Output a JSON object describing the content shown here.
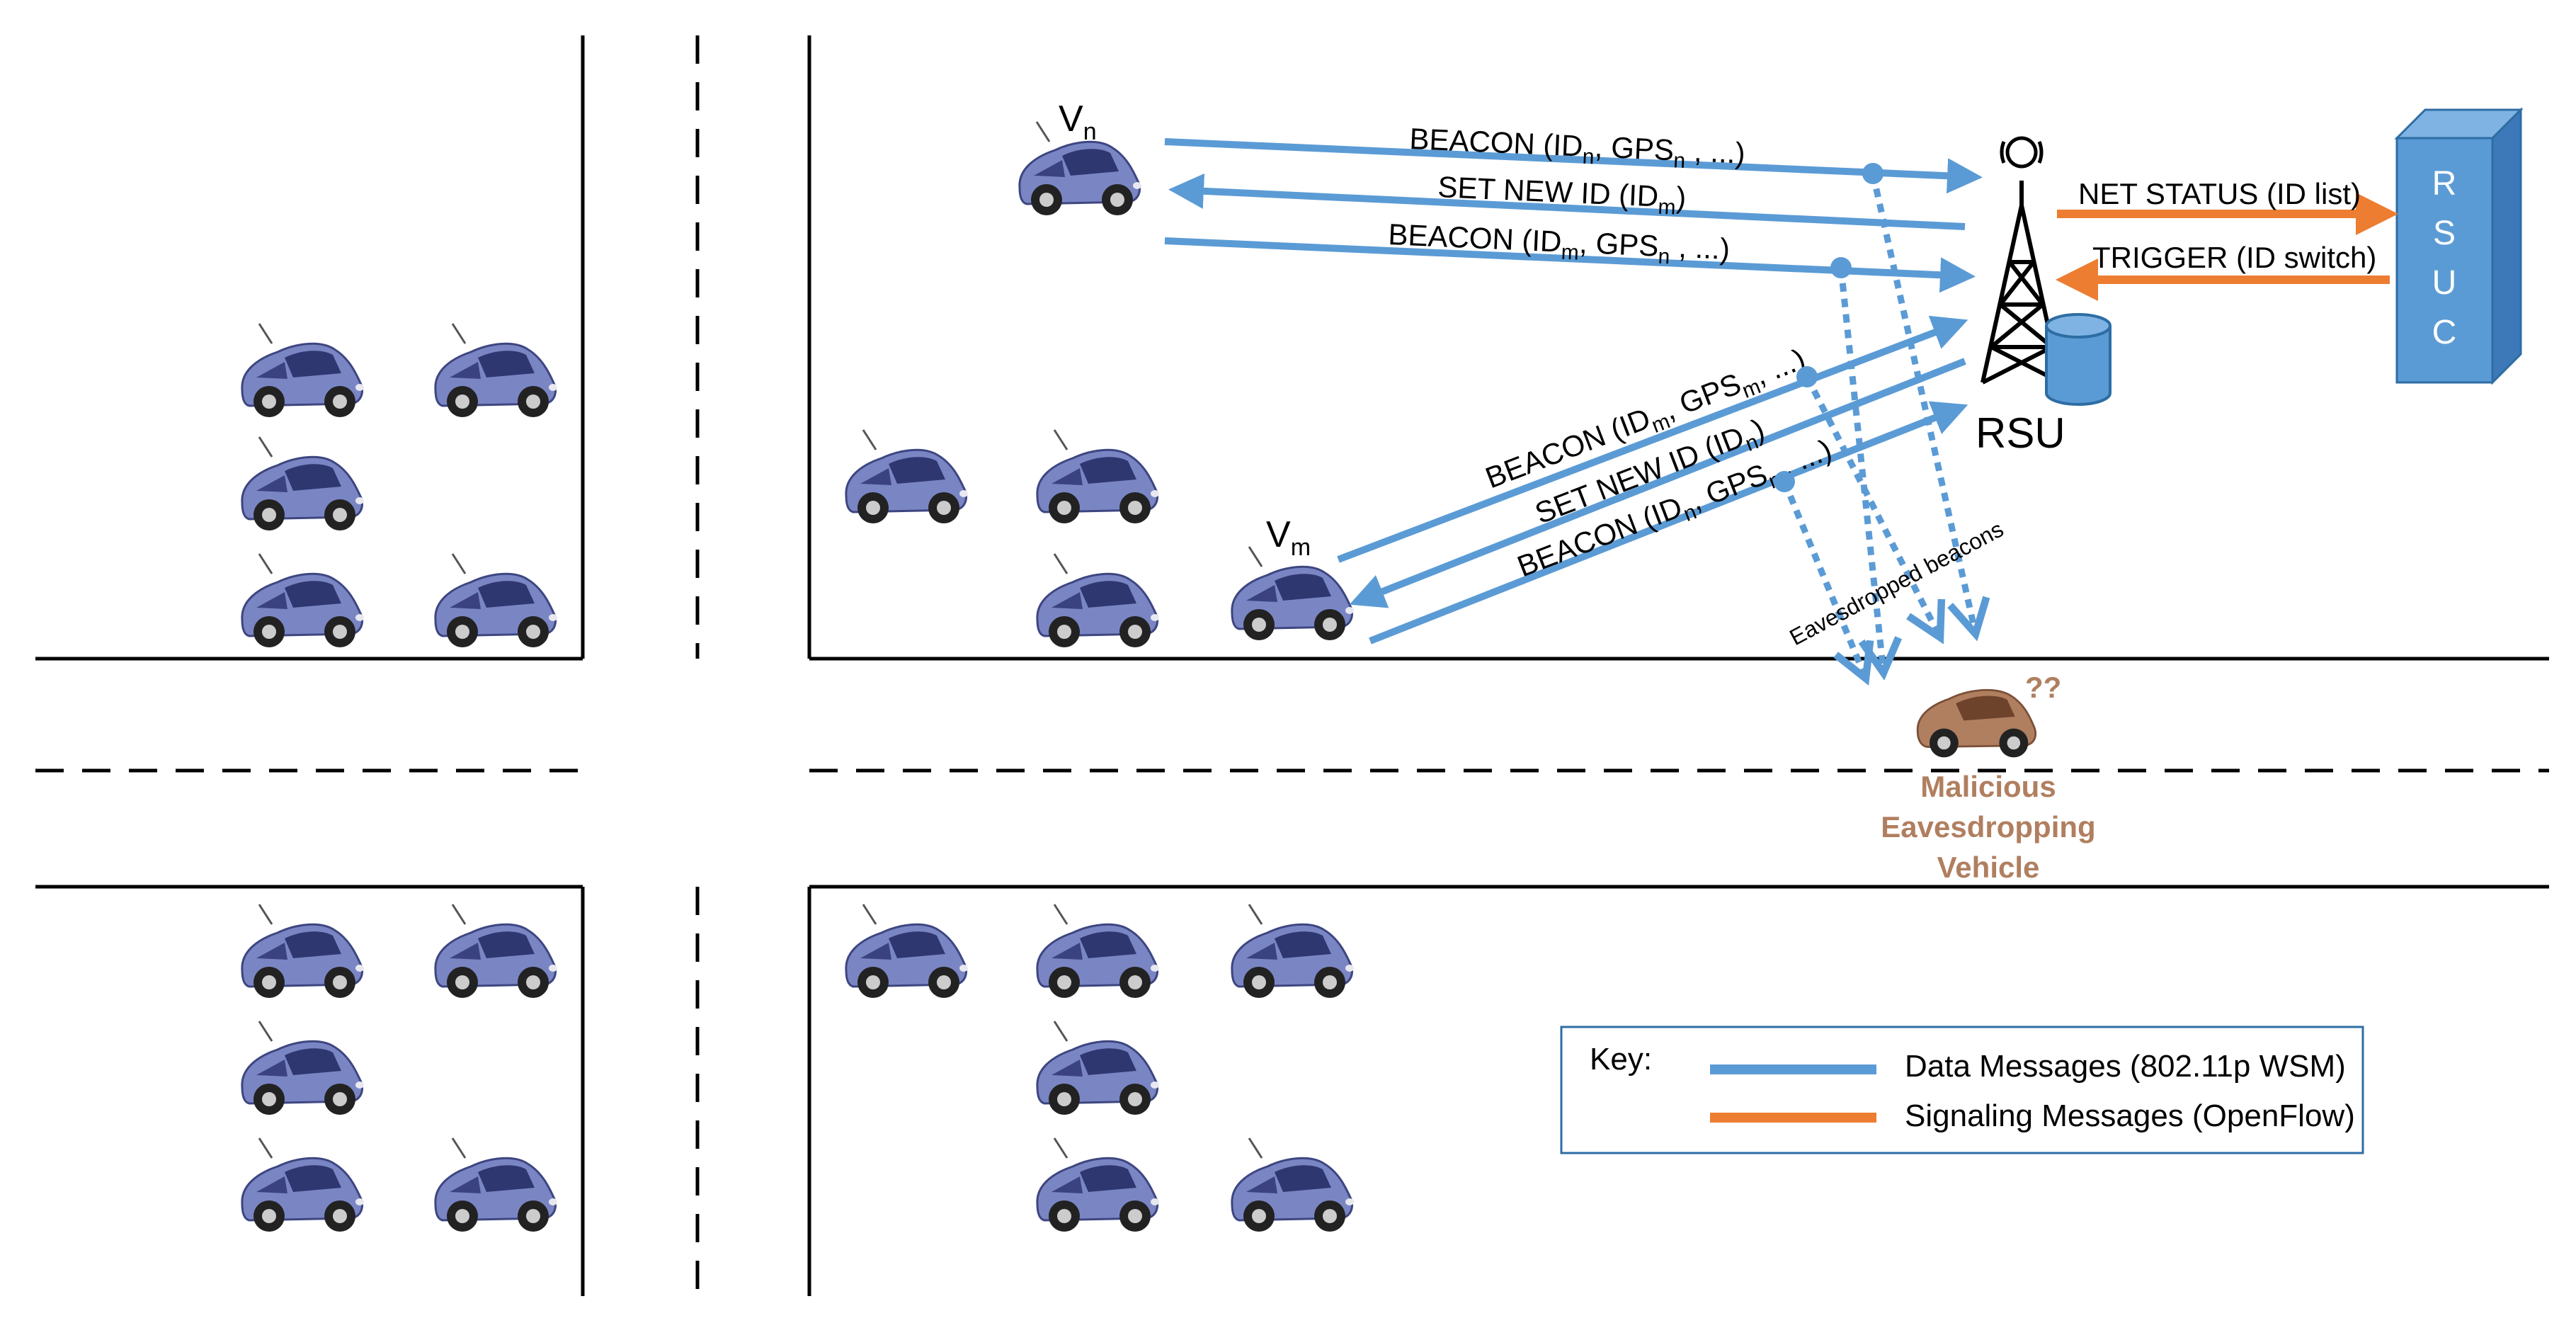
{
  "vehicles": {
    "vn_label": "V",
    "vn_sub": "n",
    "vm_label": "V",
    "vm_sub": "m"
  },
  "rsu": {
    "label": "RSU"
  },
  "rsuc": {
    "letters": [
      "R",
      "S",
      "U",
      "C"
    ]
  },
  "messages_vn": [
    {
      "parts": [
        [
          "BEACON (ID",
          ""
        ],
        [
          "n",
          "sub"
        ],
        [
          ", GPS",
          ""
        ],
        [
          "n",
          "sub"
        ],
        [
          " , ...)",
          ""
        ]
      ]
    },
    {
      "parts": [
        [
          "SET NEW ID (ID",
          ""
        ],
        [
          "m",
          "sub"
        ],
        [
          ")",
          ""
        ]
      ]
    },
    {
      "parts": [
        [
          "BEACON (ID",
          ""
        ],
        [
          "m",
          "sub"
        ],
        [
          ", GPS",
          ""
        ],
        [
          "n",
          "sub"
        ],
        [
          " , ...)",
          ""
        ]
      ]
    }
  ],
  "messages_vm": [
    {
      "parts": [
        [
          "BEACON (ID",
          ""
        ],
        [
          "m",
          "sub"
        ],
        [
          ", GPS",
          ""
        ],
        [
          "m",
          "sub"
        ],
        [
          ", ...)",
          ""
        ]
      ]
    },
    {
      "parts": [
        [
          "SET NEW ID (ID",
          ""
        ],
        [
          "n",
          "sub"
        ],
        [
          ")",
          ""
        ]
      ]
    },
    {
      "parts": [
        [
          "BEACON (ID",
          ""
        ],
        [
          "n",
          "sub"
        ],
        [
          ", GPS",
          ""
        ],
        [
          "m",
          "sub"
        ],
        [
          ", ...)",
          ""
        ]
      ]
    }
  ],
  "signaling": {
    "net_status": "NET STATUS (ID list)",
    "trigger": "TRIGGER (ID switch)"
  },
  "eavesdropped_label": "Eavesdropped beacons",
  "malicious": {
    "question": "??",
    "line1": "Malicious",
    "line2": "Eavesdropping",
    "line3": "Vehicle"
  },
  "key": {
    "title": "Key:",
    "data_label": "Data Messages (802.11p WSM)",
    "signal_label": "Signaling Messages (OpenFlow)"
  },
  "colors": {
    "data": "#5b9bd5",
    "signal": "#ed7d31",
    "car_body": "#7a86c4",
    "malicious": "#b07f60",
    "rsuc": "#5b9bd5"
  }
}
